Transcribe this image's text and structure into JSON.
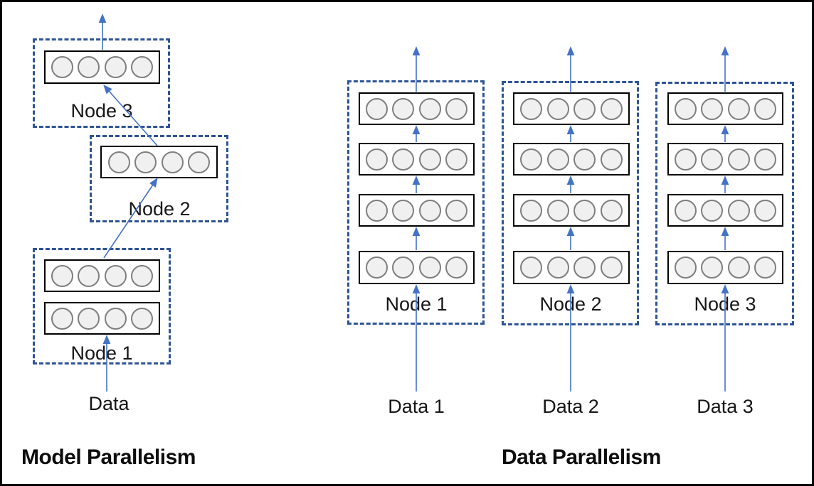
{
  "diagram": {
    "left": {
      "title": "Model Parallelism",
      "data_label": "Data",
      "nodes": [
        {
          "label": "Node 1"
        },
        {
          "label": "Node 2"
        },
        {
          "label": "Node 3"
        }
      ]
    },
    "right": {
      "title": "Data Parallelism",
      "columns": [
        {
          "node_label": "Node 1",
          "data_label": "Data 1"
        },
        {
          "node_label": "Node 2",
          "data_label": "Data 2"
        },
        {
          "node_label": "Node 3",
          "data_label": "Data 3"
        }
      ]
    },
    "colors": {
      "node_boundary": "#2e5395",
      "arrow": "#4472c4",
      "neuron_fill": "#f0f0f0",
      "neuron_stroke": "#7f7f7f",
      "layer_border": "#000000"
    }
  }
}
